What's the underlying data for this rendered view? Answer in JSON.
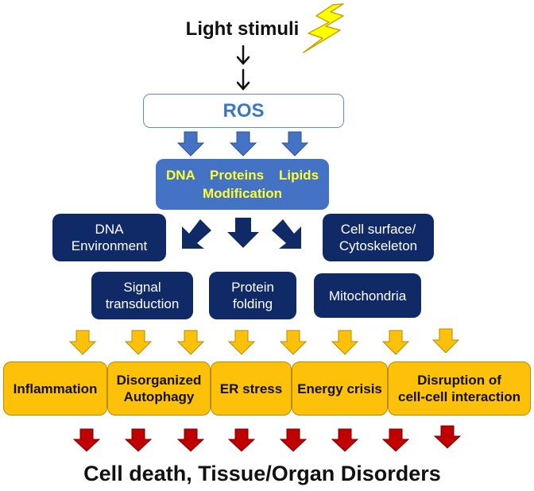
{
  "source": {
    "label": "Light stimuli"
  },
  "ros": {
    "label": "ROS"
  },
  "modification": {
    "line1": "DNA    Proteins    Lipids",
    "line2": "Modification"
  },
  "targets": {
    "dna_environment": "DNA\nEnvironment",
    "cell_surface": "Cell surface/\nCytoskeleton",
    "signal_transduction": "Signal\ntransduction",
    "protein_folding": "Protein\nfolding",
    "mitochondria": "Mitochondria"
  },
  "effects": {
    "inflammation": "Inflammation",
    "autophagy": "Disorganized\nAutophagy",
    "er_stress": "ER stress",
    "energy_crisis": "Energy crisis",
    "disruption": "Disruption of\ncell-cell interaction"
  },
  "outcome": {
    "label": "Cell death, Tissue/Organ Disorders"
  },
  "colors": {
    "ros_text": "#3a78c2",
    "modification_fill": "#4472c4",
    "modification_text": "#ffff33",
    "navy_fill": "#0f2a67",
    "orange_fill": "#fec10a",
    "red_arrow": "#c00000",
    "blue_arrow": "#4472c4",
    "lightning": "#ffff00"
  },
  "icons": {
    "lightning": "lightning-bolt-icon"
  }
}
